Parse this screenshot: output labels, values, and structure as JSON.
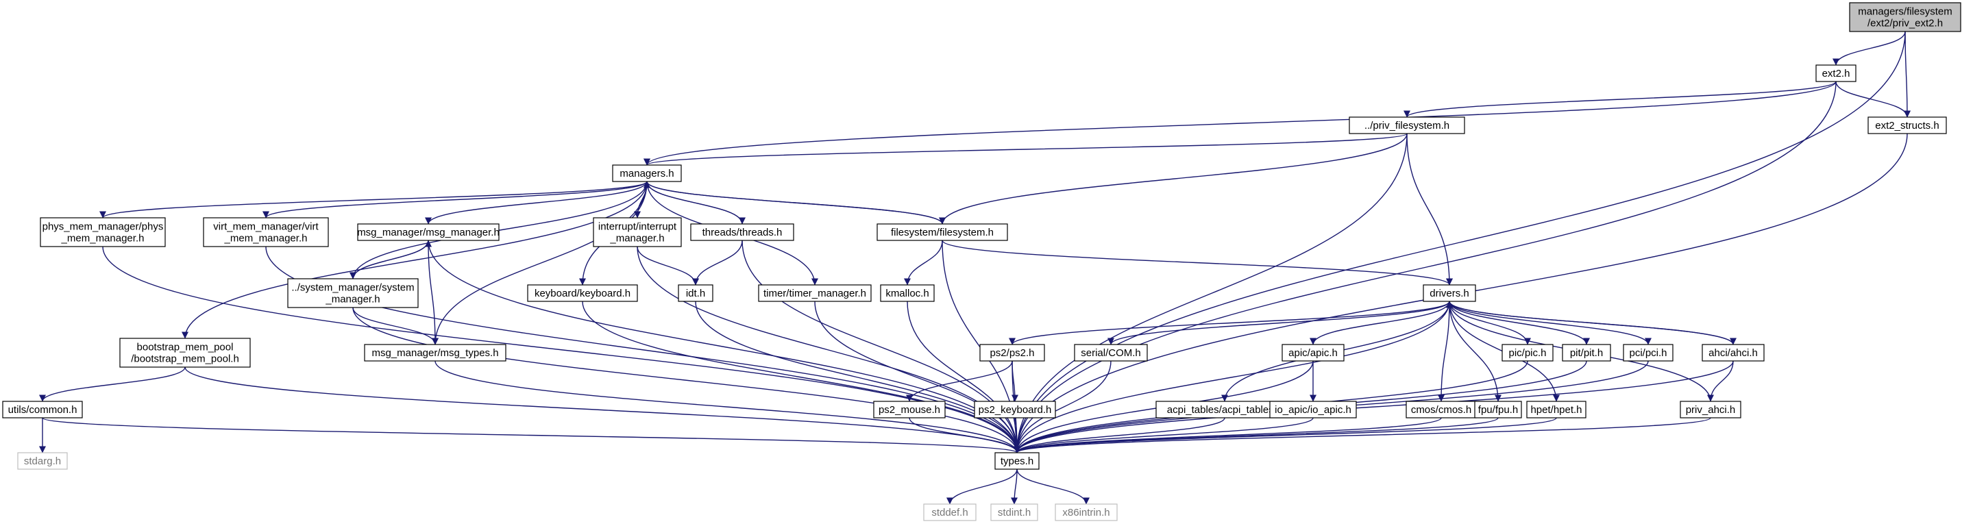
{
  "diagram": {
    "type": "include-dependency-graph",
    "nodes": [
      {
        "id": "priv_ext2",
        "lines": [
          "managers/filesystem",
          "/ext2/priv_ext2.h"
        ],
        "style": "current"
      },
      {
        "id": "ext2",
        "lines": [
          "ext2.h"
        ],
        "style": "normal"
      },
      {
        "id": "ext2_structs",
        "lines": [
          "ext2_structs.h"
        ],
        "style": "normal"
      },
      {
        "id": "priv_filesystem",
        "lines": [
          "../priv_filesystem.h"
        ],
        "style": "normal"
      },
      {
        "id": "managers",
        "lines": [
          "managers.h"
        ],
        "style": "normal"
      },
      {
        "id": "phys_mem",
        "lines": [
          "phys_mem_manager/phys",
          "_mem_manager.h"
        ],
        "style": "normal"
      },
      {
        "id": "virt_mem",
        "lines": [
          "virt_mem_manager/virt",
          "_mem_manager.h"
        ],
        "style": "normal"
      },
      {
        "id": "msg_manager",
        "lines": [
          "msg_manager/msg_manager.h"
        ],
        "style": "normal"
      },
      {
        "id": "interrupt",
        "lines": [
          "interrupt/interrupt",
          "_manager.h"
        ],
        "style": "normal"
      },
      {
        "id": "threads",
        "lines": [
          "threads/threads.h"
        ],
        "style": "normal"
      },
      {
        "id": "filesystem",
        "lines": [
          "filesystem/filesystem.h"
        ],
        "style": "normal"
      },
      {
        "id": "system_manager",
        "lines": [
          "../system_manager/system",
          "_manager.h"
        ],
        "style": "normal"
      },
      {
        "id": "keyboard",
        "lines": [
          "keyboard/keyboard.h"
        ],
        "style": "normal"
      },
      {
        "id": "idt",
        "lines": [
          "idt.h"
        ],
        "style": "normal"
      },
      {
        "id": "timer",
        "lines": [
          "timer/timer_manager.h"
        ],
        "style": "normal"
      },
      {
        "id": "kmalloc",
        "lines": [
          "kmalloc.h"
        ],
        "style": "normal"
      },
      {
        "id": "drivers",
        "lines": [
          "drivers.h"
        ],
        "style": "normal"
      },
      {
        "id": "bootstrap",
        "lines": [
          "bootstrap_mem_pool",
          "/bootstrap_mem_pool.h"
        ],
        "style": "normal"
      },
      {
        "id": "msg_types",
        "lines": [
          "msg_manager/msg_types.h"
        ],
        "style": "normal"
      },
      {
        "id": "ps2",
        "lines": [
          "ps2/ps2.h"
        ],
        "style": "normal"
      },
      {
        "id": "serial",
        "lines": [
          "serial/COM.h"
        ],
        "style": "normal"
      },
      {
        "id": "apic",
        "lines": [
          "apic/apic.h"
        ],
        "style": "normal"
      },
      {
        "id": "pic",
        "lines": [
          "pic/pic.h"
        ],
        "style": "normal"
      },
      {
        "id": "pit",
        "lines": [
          "pit/pit.h"
        ],
        "style": "normal"
      },
      {
        "id": "pci",
        "lines": [
          "pci/pci.h"
        ],
        "style": "normal"
      },
      {
        "id": "ahci",
        "lines": [
          "ahci/ahci.h"
        ],
        "style": "normal"
      },
      {
        "id": "utils",
        "lines": [
          "utils/common.h"
        ],
        "style": "normal"
      },
      {
        "id": "ps2_mouse",
        "lines": [
          "ps2_mouse.h"
        ],
        "style": "normal"
      },
      {
        "id": "ps2_keyboard",
        "lines": [
          "ps2_keyboard.h"
        ],
        "style": "normal"
      },
      {
        "id": "acpi",
        "lines": [
          "acpi_tables/acpi_tables.h"
        ],
        "style": "normal"
      },
      {
        "id": "io_apic",
        "lines": [
          "io_apic/io_apic.h"
        ],
        "style": "normal"
      },
      {
        "id": "cmos",
        "lines": [
          "cmos/cmos.h"
        ],
        "style": "normal"
      },
      {
        "id": "fpu",
        "lines": [
          "fpu/fpu.h"
        ],
        "style": "normal"
      },
      {
        "id": "hpet",
        "lines": [
          "hpet/hpet.h"
        ],
        "style": "normal"
      },
      {
        "id": "priv_ahci",
        "lines": [
          "priv_ahci.h"
        ],
        "style": "normal"
      },
      {
        "id": "stdarg",
        "lines": [
          "stdarg.h"
        ],
        "style": "external"
      },
      {
        "id": "types",
        "lines": [
          "types.h"
        ],
        "style": "normal"
      },
      {
        "id": "stddef",
        "lines": [
          "stddef.h"
        ],
        "style": "external"
      },
      {
        "id": "stdint",
        "lines": [
          "stdint.h"
        ],
        "style": "external"
      },
      {
        "id": "x86intrin",
        "lines": [
          "x86intrin.h"
        ],
        "style": "external"
      }
    ],
    "edges": [
      [
        "priv_ext2",
        "ext2"
      ],
      [
        "priv_ext2",
        "ext2_structs"
      ],
      [
        "priv_ext2",
        "types"
      ],
      [
        "ext2",
        "ext2_structs"
      ],
      [
        "ext2",
        "priv_filesystem"
      ],
      [
        "ext2",
        "managers"
      ],
      [
        "ext2",
        "types"
      ],
      [
        "ext2_structs",
        "types"
      ],
      [
        "priv_filesystem",
        "managers"
      ],
      [
        "priv_filesystem",
        "filesystem"
      ],
      [
        "priv_filesystem",
        "drivers"
      ],
      [
        "priv_filesystem",
        "types"
      ],
      [
        "managers",
        "phys_mem"
      ],
      [
        "managers",
        "virt_mem"
      ],
      [
        "managers",
        "msg_manager"
      ],
      [
        "managers",
        "interrupt"
      ],
      [
        "managers",
        "threads"
      ],
      [
        "managers",
        "filesystem"
      ],
      [
        "managers",
        "system_manager"
      ],
      [
        "managers",
        "keyboard"
      ],
      [
        "managers",
        "timer"
      ],
      [
        "managers",
        "bootstrap"
      ],
      [
        "managers",
        "msg_types"
      ],
      [
        "phys_mem",
        "types"
      ],
      [
        "virt_mem",
        "types"
      ],
      [
        "msg_manager",
        "system_manager"
      ],
      [
        "msg_manager",
        "msg_types"
      ],
      [
        "msg_manager",
        "types"
      ],
      [
        "interrupt",
        "idt"
      ],
      [
        "interrupt",
        "types"
      ],
      [
        "threads",
        "managers"
      ],
      [
        "threads",
        "idt"
      ],
      [
        "threads",
        "types"
      ],
      [
        "filesystem",
        "managers"
      ],
      [
        "filesystem",
        "kmalloc"
      ],
      [
        "filesystem",
        "drivers"
      ],
      [
        "filesystem",
        "types"
      ],
      [
        "system_manager",
        "msg_manager"
      ],
      [
        "system_manager",
        "msg_types"
      ],
      [
        "system_manager",
        "types"
      ],
      [
        "keyboard",
        "types"
      ],
      [
        "idt",
        "types"
      ],
      [
        "timer",
        "types"
      ],
      [
        "kmalloc",
        "types"
      ],
      [
        "drivers",
        "ps2"
      ],
      [
        "drivers",
        "serial"
      ],
      [
        "drivers",
        "apic"
      ],
      [
        "drivers",
        "acpi"
      ],
      [
        "drivers",
        "cmos"
      ],
      [
        "drivers",
        "fpu"
      ],
      [
        "drivers",
        "hpet"
      ],
      [
        "drivers",
        "pic"
      ],
      [
        "drivers",
        "pit"
      ],
      [
        "drivers",
        "pci"
      ],
      [
        "drivers",
        "ahci"
      ],
      [
        "drivers",
        "types"
      ],
      [
        "bootstrap",
        "utils"
      ],
      [
        "bootstrap",
        "types"
      ],
      [
        "msg_types",
        "types"
      ],
      [
        "ps2",
        "ps2_mouse"
      ],
      [
        "ps2",
        "ps2_keyboard"
      ],
      [
        "ps2",
        "types"
      ],
      [
        "serial",
        "types"
      ],
      [
        "apic",
        "io_apic"
      ],
      [
        "apic",
        "types"
      ],
      [
        "pic",
        "types"
      ],
      [
        "pit",
        "types"
      ],
      [
        "pci",
        "types"
      ],
      [
        "ahci",
        "drivers"
      ],
      [
        "ahci",
        "priv_ahci"
      ],
      [
        "ahci",
        "types"
      ],
      [
        "priv_ahci",
        "drivers"
      ],
      [
        "priv_ahci",
        "types"
      ],
      [
        "utils",
        "stdarg"
      ],
      [
        "utils",
        "types"
      ],
      [
        "ps2_mouse",
        "types"
      ],
      [
        "ps2_keyboard",
        "types"
      ],
      [
        "acpi",
        "types"
      ],
      [
        "io_apic",
        "types"
      ],
      [
        "cmos",
        "types"
      ],
      [
        "fpu",
        "types"
      ],
      [
        "hpet",
        "types"
      ],
      [
        "types",
        "stddef"
      ],
      [
        "types",
        "stdint"
      ],
      [
        "types",
        "x86intrin"
      ]
    ]
  }
}
